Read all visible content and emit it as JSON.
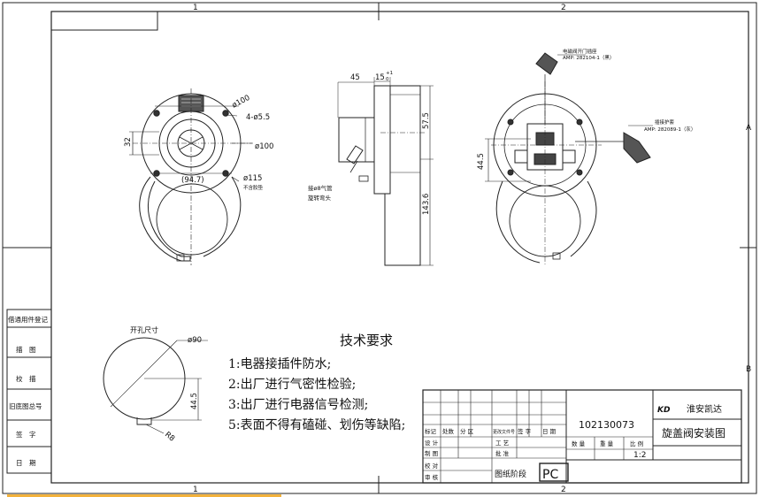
{
  "zone_markers": {
    "top": [
      "1",
      "2"
    ],
    "bottom": [
      "1",
      "2"
    ],
    "right": [
      "A",
      "B"
    ]
  },
  "left_column_labels": [
    "借通用件登记",
    "描　图",
    "校　描",
    "旧底图总号",
    "签　字",
    "日　期"
  ],
  "front_view": {
    "dim_dia100_a": "ø100",
    "dim_holes": "4-ø5.5",
    "dim_dia100_b": "ø100",
    "dim_32": "32",
    "dim_94_7": "(94.7)",
    "dim_dia115": "ø115",
    "note_115": "不含胶垫"
  },
  "side_view": {
    "dim_45": "45",
    "dim_15": "15",
    "dim_15_tol": "+1",
    "dim_15_tol2": "0",
    "dim_57_5": "57.5",
    "dim_143_6": "143.6",
    "note_1": "接ø8气管",
    "note_2": "旋转弯头"
  },
  "back_view": {
    "connector_note_1": "电磁阀开门插座",
    "connector_note_2": "AMP: 282104-1（黑）",
    "terminal_note_1": "插接护套",
    "terminal_note_2": "AMP: 282089-1（灰）",
    "dim_44_5": "44.5"
  },
  "cutout": {
    "label": "开孔尺寸",
    "dim_dia90": "ø90",
    "dim_44_5": "44.5",
    "dim_r8": "R8"
  },
  "tech_requirements": {
    "title": "技术要求",
    "items": [
      "1:电器接插件防水;",
      "2:出厂进行气密性检验;",
      "3:出厂进行电器信号检测;",
      "5:表面不得有磕碰、划伤等缺陷;"
    ]
  },
  "title_block": {
    "header_cells": [
      "标记",
      "处数",
      "分 区",
      "更改文件号",
      "签 字",
      "日 期"
    ],
    "design_labels": [
      "设 计",
      "制 图",
      "校 对",
      "审 核"
    ],
    "process_labels": [
      "工 艺",
      "批 准"
    ],
    "drawing_number": "102130073",
    "company_logo": "KD",
    "company_name": "淮安凯达",
    "drawing_title": "旋盖阀安装图",
    "quantity_label": "数 量",
    "weight_label": "重 量",
    "scale_label": "比 例",
    "scale_value": "1:2",
    "stage_label": "图纸阶段",
    "stage_value": "PC"
  }
}
